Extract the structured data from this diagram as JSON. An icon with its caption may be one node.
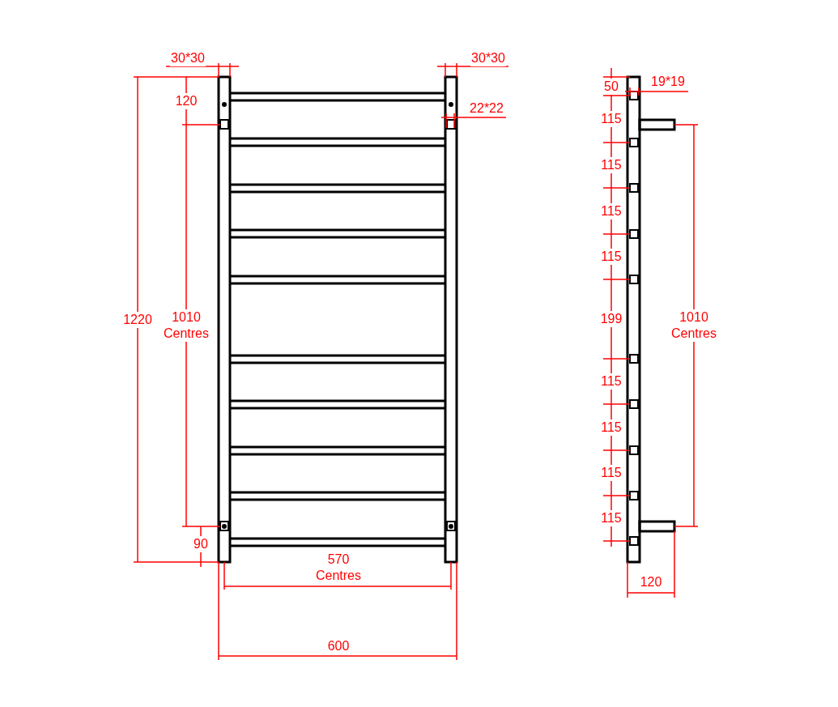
{
  "diagram": {
    "labels": [
      "30*30",
      "30*30",
      "120",
      "22*22",
      "1220",
      "1010 Centres",
      "90",
      "570 Centres",
      "600",
      "50",
      "19*19",
      "115",
      "115",
      "115",
      "115",
      "199",
      "115",
      "115",
      "115",
      "115",
      "1010 Centres",
      "120"
    ]
  }
}
